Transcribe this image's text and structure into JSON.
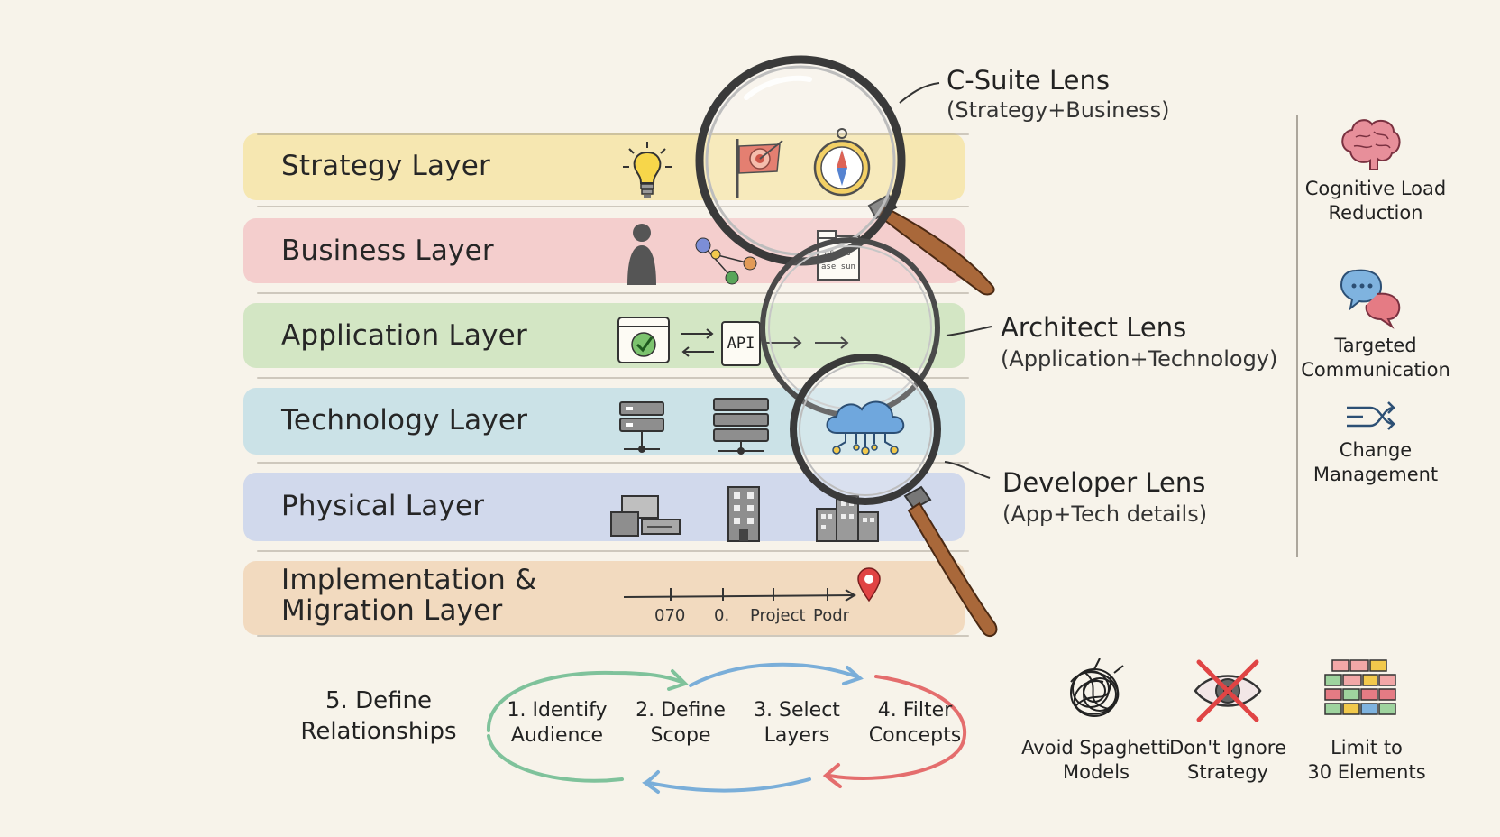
{
  "layers": [
    {
      "label": "Strategy Layer",
      "color": "#f6e3a0"
    },
    {
      "label": "Business Layer",
      "color": "#f3c3c4"
    },
    {
      "label": "Application Layer",
      "color": "#c9e2b8"
    },
    {
      "label": "Technology Layer",
      "color": "#bfdde6"
    },
    {
      "label": "Physical Layer",
      "color": "#c7d1ec"
    },
    {
      "label_line1": "Implementation &",
      "label_line2": "Migration Layer",
      "color": "#f1d2b2"
    }
  ],
  "application_icons": {
    "api_label": "API"
  },
  "timeline": {
    "labels": [
      "070",
      "0.",
      "Project",
      "Podr"
    ]
  },
  "business_note": {
    "line1": "ussos",
    "line2": "ase sun"
  },
  "lenses": [
    {
      "title": "C-Suite Lens",
      "subtitle": "(Strategy+Business)"
    },
    {
      "title": "Architect Lens",
      "subtitle": "(Application+Technology)"
    },
    {
      "title": "Developer Lens",
      "subtitle": "(App+Tech details)"
    }
  ],
  "benefits": [
    {
      "line1": "Cognitive Load",
      "line2": "Reduction",
      "icon": "brain-icon"
    },
    {
      "line1": "Targeted",
      "line2": "Communication",
      "icon": "chat-bubbles-icon"
    },
    {
      "line1": "Change",
      "line2": "Management",
      "icon": "change-arrows-icon"
    }
  ],
  "process": {
    "steps": [
      {
        "line1": "1. Identify",
        "line2": "Audience"
      },
      {
        "line1": "2. Define",
        "line2": "Scope"
      },
      {
        "line1": "3. Select",
        "line2": "Layers"
      },
      {
        "line1": "4. Filter",
        "line2": "Concepts"
      }
    ],
    "step5": {
      "line1": "5. Define",
      "line2": "Relationships"
    }
  },
  "tips": [
    {
      "line1": "Avoid Spaghetti",
      "line2": "Models",
      "icon": "tangle-icon"
    },
    {
      "line1": "Don't Ignore",
      "line2": "Strategy",
      "icon": "crossed-eye-icon"
    },
    {
      "line1": "Limit to",
      "line2": "30 Elements",
      "icon": "grid-blocks-icon"
    }
  ]
}
